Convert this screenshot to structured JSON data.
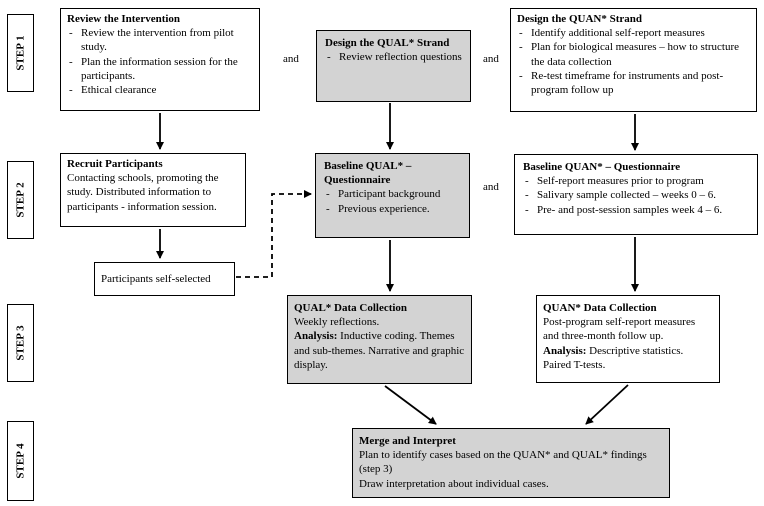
{
  "steps": [
    "STEP 1",
    "STEP 2",
    "STEP 3",
    "STEP 4"
  ],
  "and_label": "and",
  "review": {
    "title": "Review the Intervention",
    "items": [
      "Review the intervention from pilot study.",
      "Plan the information session for the participants.",
      "Ethical clearance"
    ]
  },
  "qual_strand": {
    "title": "Design the QUAL* Strand",
    "items": [
      "Review reflection questions"
    ]
  },
  "quan_strand": {
    "title": "Design the QUAN* Strand",
    "items": [
      "Identify additional self-report measures",
      "Plan for biological measures – how to structure the data collection",
      "Re-test timeframe for instruments and post-program follow up"
    ]
  },
  "recruit": {
    "title": "Recruit Participants",
    "text": "Contacting schools, promoting the study. Distributed information to participants - information session."
  },
  "self_selected": "Participants self-selected",
  "baseline_qual": {
    "title": "Baseline QUAL* – Questionnaire",
    "items": [
      "Participant background",
      "Previous experience."
    ]
  },
  "baseline_quan": {
    "title": "Baseline QUAN* – Questionnaire",
    "items": [
      "Self-report measures prior to program",
      "Salivary sample collected – weeks 0 – 6.",
      "Pre- and post-session samples week 4 – 6."
    ]
  },
  "qual_collection": {
    "title": "QUAL* Data Collection",
    "text": "Weekly reflections.",
    "analysis_label": "Analysis:",
    "analysis_text": " Inductive coding.  Themes and sub-themes. Narrative and graphic display."
  },
  "quan_collection": {
    "title": "QUAN* Data Collection",
    "text": "Post-program self-report measures and three-month follow up.",
    "analysis_label": "Analysis:",
    "analysis_text": " Descriptive statistics. Paired T-tests."
  },
  "merge": {
    "title": "Merge and Interpret",
    "lines": [
      "Plan to identify cases based on the QUAN* and QUAL* findings (step 3)",
      "Draw interpretation about individual cases."
    ]
  },
  "colors": {
    "gray_box": "#d3d3d3",
    "line": "#000000"
  }
}
